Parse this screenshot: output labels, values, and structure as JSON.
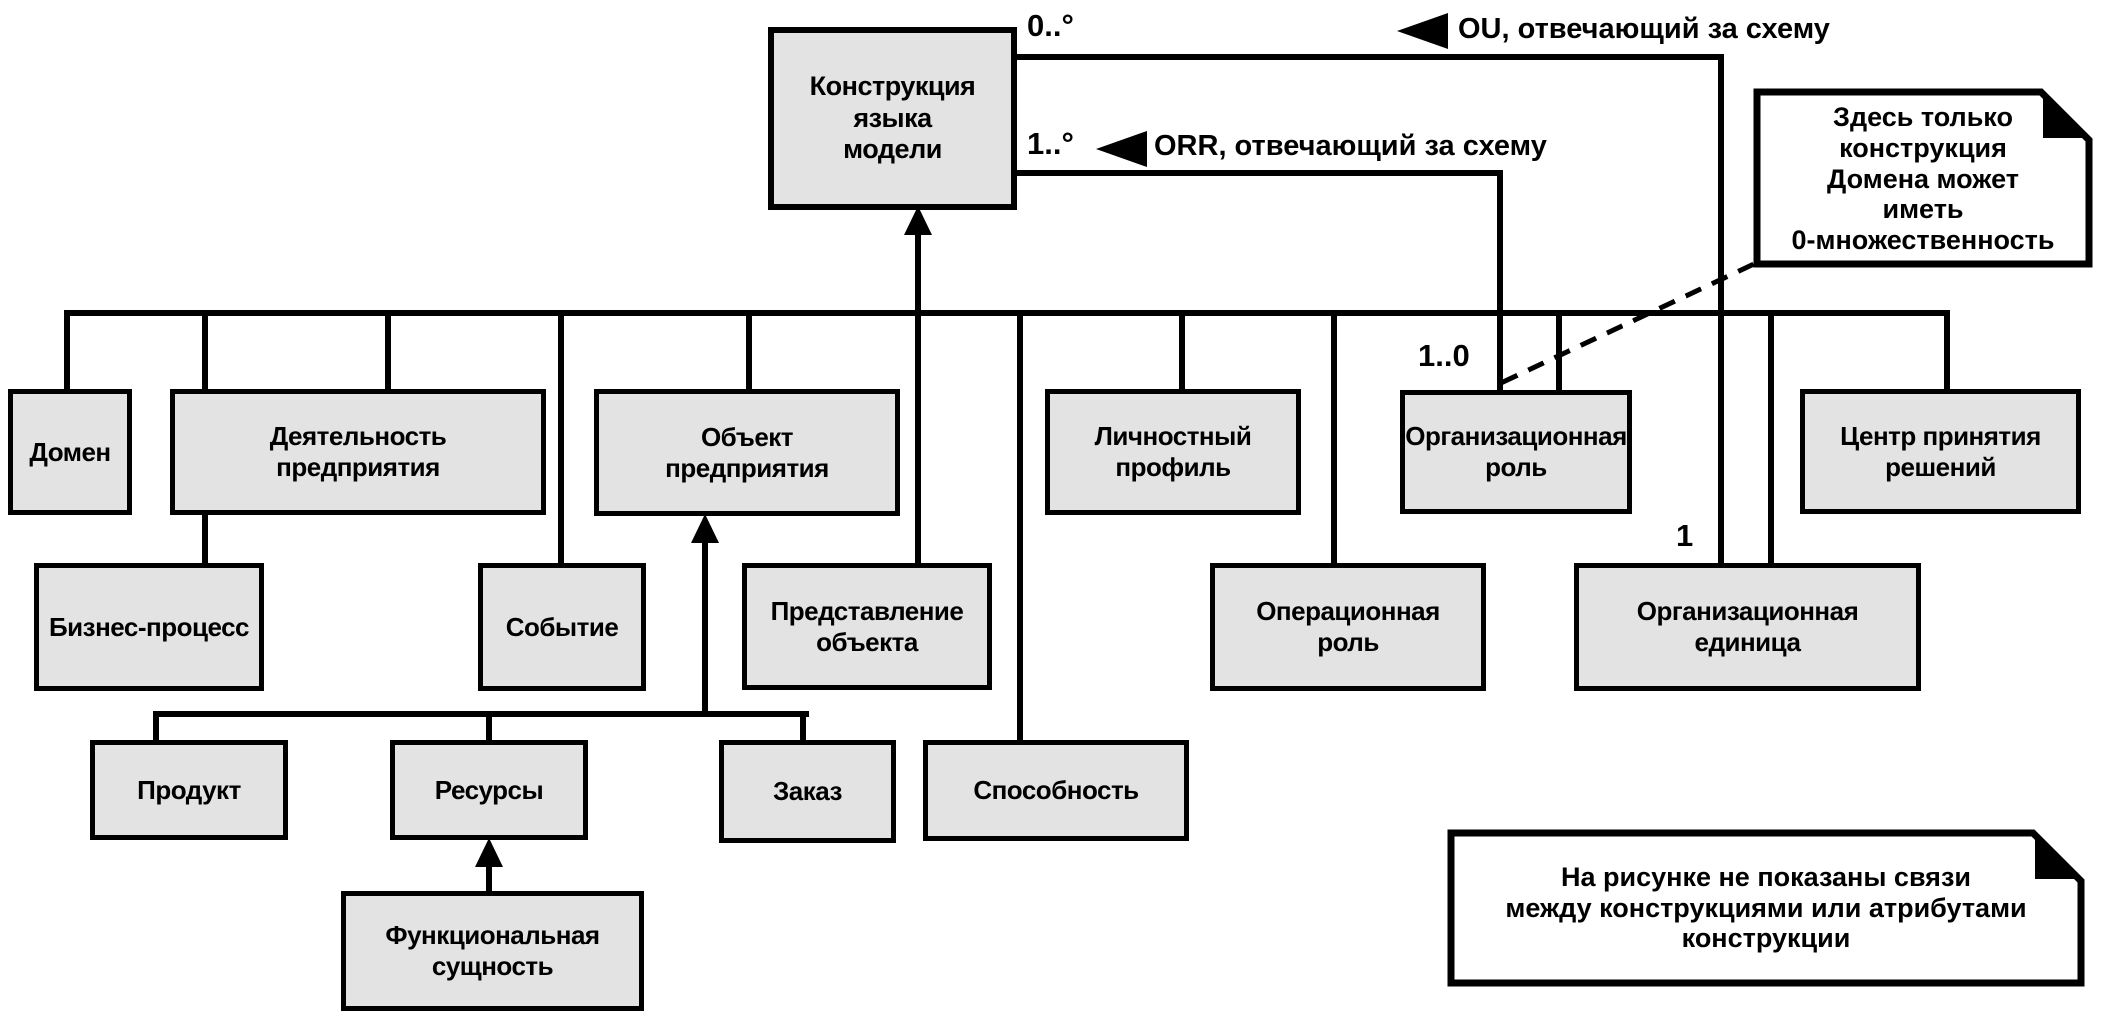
{
  "colors": {
    "node_fill": "#e3e3e3",
    "stroke": "#000000",
    "background": "#ffffff"
  },
  "nodes": {
    "root": {
      "label": "Конструкция\nязыка\nмодели"
    },
    "domain": {
      "label": "Домен"
    },
    "activity": {
      "label": "Деятельность\nпредприятия"
    },
    "object": {
      "label": "Объект\nпредприятия"
    },
    "profile": {
      "label": "Личностный\nпрофиль"
    },
    "org_role": {
      "label": "Организационная\nроль"
    },
    "decision_center": {
      "label": "Центр принятия\nрешений"
    },
    "business_process": {
      "label": "Бизнес-процесс"
    },
    "event": {
      "label": "Событие"
    },
    "object_view": {
      "label": "Представление\nобъекта"
    },
    "op_role": {
      "label": "Операционная\nроль"
    },
    "org_unit": {
      "label": "Организационная\nединица"
    },
    "product": {
      "label": "Продукт"
    },
    "resources": {
      "label": "Ресурсы"
    },
    "order": {
      "label": "Заказ"
    },
    "capability": {
      "label": "Способность"
    },
    "func_entity": {
      "label": "Функциональная\nсущность"
    }
  },
  "edge_labels": {
    "mult_top": "0..°",
    "mult_mid": "1..°",
    "ou": "OU, отвечающий за схему",
    "orr": "ORR, отвечающий за схему",
    "one_zero": "1..0",
    "one": "1"
  },
  "notes": {
    "domain_note": "Здесь только\nконструкция\nДомена может\nиметь\n0-множественность",
    "bottom_note": "На рисунке не показаны связи\nмежду конструкциями или атрибутами\nконструкции"
  }
}
